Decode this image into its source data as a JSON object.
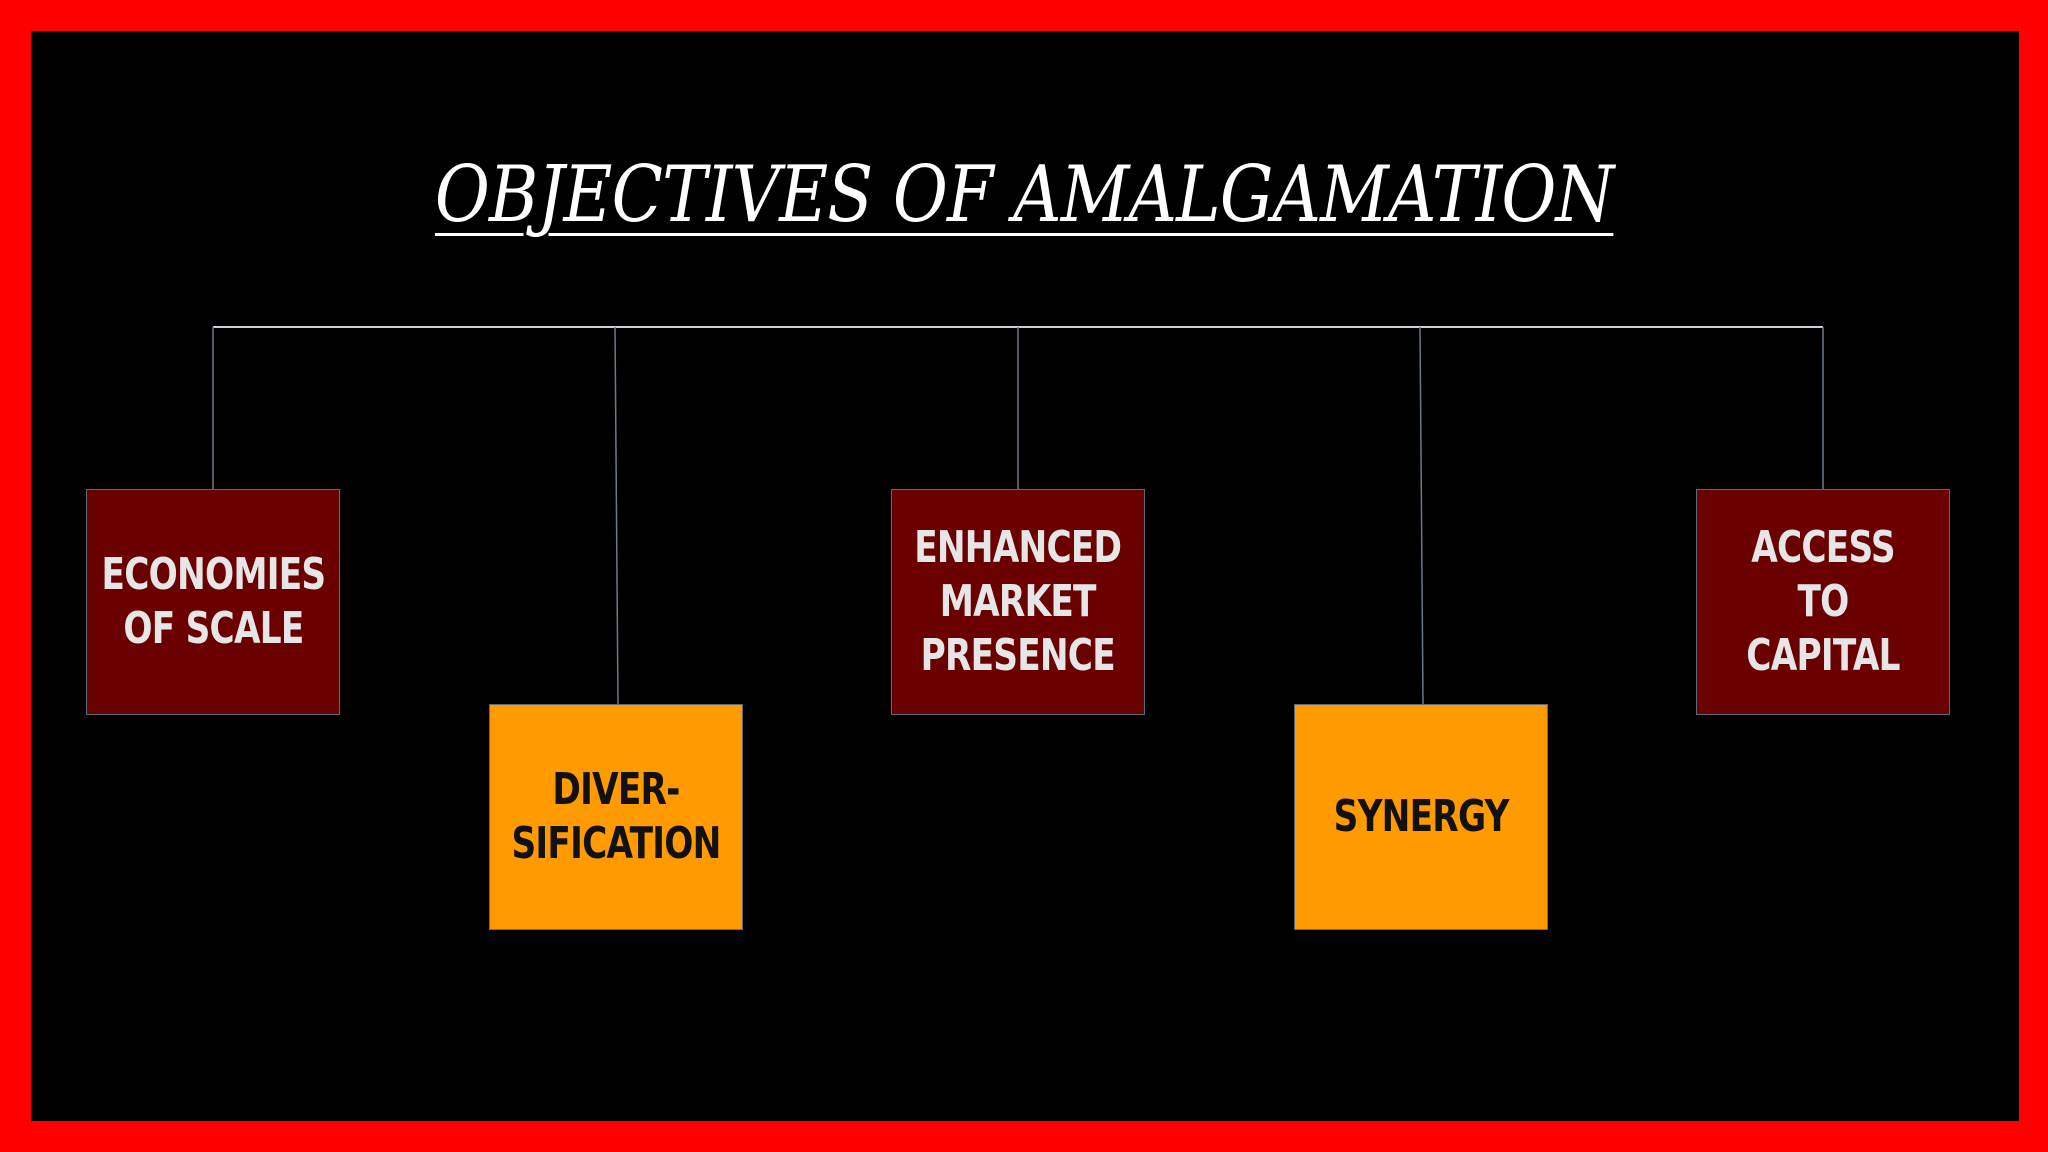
{
  "title": "OBJECTIVES OF AMALGAMATION",
  "colors": {
    "frame": "#ff0000",
    "background": "#000000",
    "dark_box": "#6b0000",
    "light_box": "#ff9a00",
    "connector": "#c8d0d8"
  },
  "objectives": [
    {
      "label": "ECONOMIES\nOF SCALE",
      "style": "dark"
    },
    {
      "label": "DIVER-\nSIFICATION",
      "style": "light"
    },
    {
      "label": "ENHANCED\nMARKET\nPRESENCE",
      "style": "dark"
    },
    {
      "label": "SYNERGY",
      "style": "light"
    },
    {
      "label": "ACCESS TO\nCAPITAL",
      "style": "dark"
    }
  ]
}
